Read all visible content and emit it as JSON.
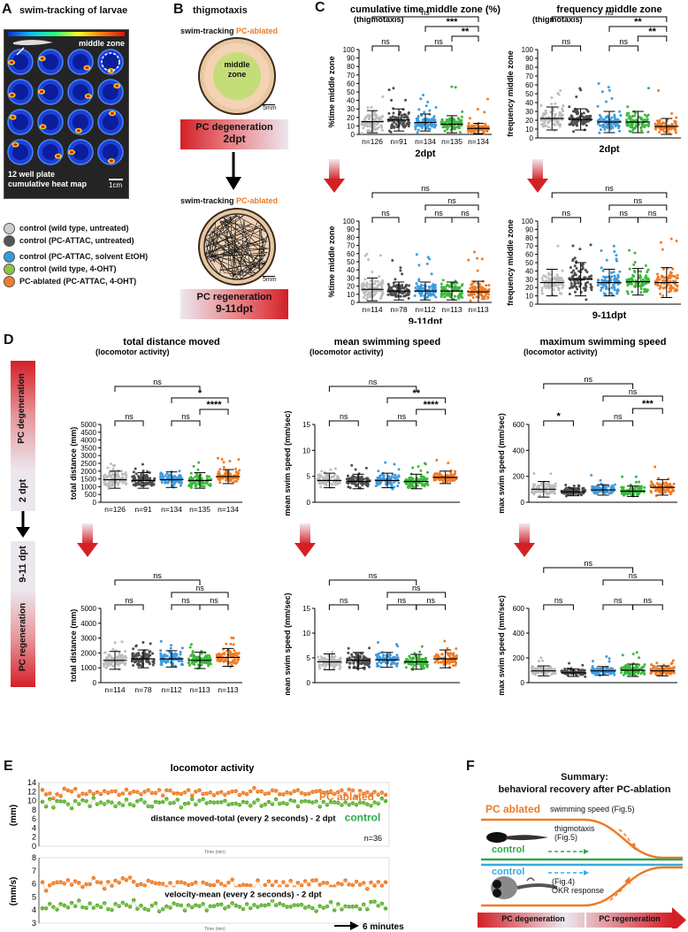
{
  "panels": {
    "A": {
      "letter": "A",
      "title": "swim-tracking of larvae",
      "zone_label": "middle zone",
      "caption1": "12 well plate",
      "caption2": "cumulative heat map",
      "scale": "1cm"
    },
    "B": {
      "letter": "B",
      "title": "thigmotaxis",
      "track1_a": "swim-tracking ",
      "track1_b": "PC-ablated",
      "middle1": "middle",
      "middle2": "zone",
      "scale": "5mm",
      "deg_line1": "PC degeneration",
      "deg_line2": "2dpt",
      "track2_a": "swim-tracking ",
      "track2_b": "PC-ablated",
      "reg_line1": "PC regeneration",
      "reg_line2": "9-11dpt"
    },
    "C": {
      "letter": "C"
    },
    "D": {
      "letter": "D",
      "side_top": "PC degeneration",
      "side_top2": "2 dpt",
      "side_bot": "9-11 dpt",
      "side_bot2": "PC regeneration"
    },
    "E": {
      "letter": "E",
      "title": "locomotor activity",
      "legend_ablated": "PC ablated",
      "legend_control": "control",
      "n": "n=36",
      "sub1": "distance moved-total (every 2 seconds) - 2 dpt",
      "sub2": "velocity-mean (every 2 seconds) - 2 dpt",
      "ylabel1": "(mm)",
      "ylabel2": "(mm/s)",
      "xaxis": "Time (min)",
      "arrow_label": "6 minutes"
    },
    "F": {
      "letter": "F",
      "title1": "Summary:",
      "title2": "behavioral recovery after PC-ablation",
      "pc_ablated": "PC ablated",
      "speed": "swimming speed (Fig.5)",
      "thigmo1": "thigmotaxis",
      "thigmo2": "(Fig.5)",
      "control1": "control",
      "control2": "control",
      "okr1": "(Fig.4)",
      "okr2": "OKR response",
      "deg": "PC degeneration",
      "reg": "PC regeneration"
    }
  },
  "legend": [
    {
      "label": "control (wild type, untreated)",
      "color": "#cfcfcf"
    },
    {
      "label": "control (PC-ATTAC, untreated)",
      "color": "#555555"
    },
    {
      "label": "control (PC-ATTAC, solvent EtOH)",
      "color": "#3a9ad9"
    },
    {
      "label": "control (wild type, 4-OHT)",
      "color": "#8bc34a"
    },
    {
      "label": "PC-ablated (PC-ATTAC, 4-OHT)",
      "color": "#f07c28"
    }
  ],
  "colors": {
    "g1": "#bdbdbd",
    "g2": "#4d4d4d",
    "g3": "#3f9be0",
    "g4": "#3db83d",
    "g5": "#f07c28",
    "red": "#d32027",
    "control_green": "#2fa84f",
    "control_blue": "#3aa9e0",
    "orange": "#ef7a22"
  },
  "charts": [
    {
      "id": "c1",
      "title": "cumulative time middle zone (%)",
      "subtitle": "(thigmotaxis)",
      "ylabel": "%time middle zone",
      "ymax": 100,
      "ticks": [
        0,
        10,
        20,
        30,
        40,
        50,
        60,
        70,
        80,
        90,
        100
      ],
      "n": [
        "n=126",
        "n=91",
        "n=134",
        "n=135",
        "n=134"
      ],
      "period": "2dpt",
      "medians": [
        15,
        17,
        14,
        12,
        7
      ],
      "sd": [
        13,
        13,
        10,
        10,
        6
      ],
      "spread": [
        35,
        40,
        45,
        50,
        40
      ],
      "sig": [
        {
          "from": 1,
          "to": 5,
          "label": "ns",
          "level": 4
        },
        {
          "from": 1,
          "to": 2,
          "label": "ns",
          "level": 1
        },
        {
          "from": 3,
          "to": 5,
          "label": "***",
          "level": 3
        },
        {
          "from": 3,
          "to": 4,
          "label": "ns",
          "level": 1
        },
        {
          "from": 4,
          "to": 5,
          "label": "**",
          "level": 2
        }
      ]
    },
    {
      "id": "c2",
      "title": "frequency middle zone",
      "subtitle": "(thigmotaxis)",
      "ylabel": "frequency middle zone",
      "ymax": 100,
      "ticks": [
        0,
        10,
        20,
        30,
        40,
        50,
        60,
        70,
        80,
        90,
        100
      ],
      "n": [],
      "period": "2dpt",
      "medians": [
        22,
        21,
        18,
        18,
        13
      ],
      "sd": [
        13,
        12,
        12,
        12,
        9
      ],
      "spread": [
        40,
        45,
        50,
        55,
        50
      ],
      "sig": [
        {
          "from": 1,
          "to": 5,
          "label": "ns",
          "level": 4
        },
        {
          "from": 1,
          "to": 2,
          "label": "ns",
          "level": 1
        },
        {
          "from": 3,
          "to": 5,
          "label": "**",
          "level": 3
        },
        {
          "from": 3,
          "to": 4,
          "label": "ns",
          "level": 1
        },
        {
          "from": 4,
          "to": 5,
          "label": "**",
          "level": 2
        }
      ]
    },
    {
      "id": "c3",
      "title": "",
      "subtitle": "",
      "ylabel": "%time middle zone",
      "ymax": 100,
      "ticks": [
        0,
        10,
        20,
        30,
        40,
        50,
        60,
        70,
        80,
        90,
        100
      ],
      "n": [
        "n=114",
        "n=78",
        "n=112",
        "n=113",
        "n=113"
      ],
      "period": "9-11dpt",
      "medians": [
        16,
        14,
        14,
        14,
        13
      ],
      "sd": [
        14,
        11,
        11,
        11,
        13
      ],
      "spread": [
        45,
        40,
        45,
        45,
        55
      ],
      "sig": [
        {
          "from": 1,
          "to": 5,
          "label": "ns",
          "level": 3
        },
        {
          "from": 1,
          "to": 2,
          "label": "ns",
          "level": 1
        },
        {
          "from": 3,
          "to": 5,
          "label": "ns",
          "level": 2
        },
        {
          "from": 3,
          "to": 4,
          "label": "ns",
          "level": 1
        },
        {
          "from": 4,
          "to": 5,
          "label": "ns",
          "level": 1
        }
      ]
    },
    {
      "id": "c4",
      "title": "",
      "subtitle": "",
      "ylabel": "frequency middle zone",
      "ymax": 100,
      "ticks": [
        0,
        10,
        20,
        30,
        40,
        50,
        60,
        70,
        80,
        90,
        100
      ],
      "n": [],
      "period": "9-11dpt",
      "medians": [
        26,
        30,
        26,
        27,
        26
      ],
      "sd": [
        16,
        20,
        16,
        16,
        18
      ],
      "spread": [
        45,
        50,
        45,
        45,
        55
      ],
      "sig": [
        {
          "from": 1,
          "to": 5,
          "label": "ns",
          "level": 3
        },
        {
          "from": 1,
          "to": 2,
          "label": "ns",
          "level": 1
        },
        {
          "from": 3,
          "to": 5,
          "label": "ns",
          "level": 2
        },
        {
          "from": 3,
          "to": 4,
          "label": "ns",
          "level": 1
        },
        {
          "from": 4,
          "to": 5,
          "label": "ns",
          "level": 1
        }
      ]
    },
    {
      "id": "d1",
      "title": "total distance moved",
      "subtitle": "(locomotor activity)",
      "ylabel": "total distance (mm)",
      "ymax": 5000,
      "ticks": [
        0,
        500,
        1000,
        1500,
        2000,
        2500,
        3000,
        3500,
        4000,
        4500,
        5000
      ],
      "n": [
        "n=126",
        "n=91",
        "n=134",
        "n=135",
        "n=134"
      ],
      "period": "",
      "medians": [
        1450,
        1400,
        1450,
        1400,
        1650
      ],
      "sd": [
        550,
        500,
        500,
        500,
        450
      ],
      "spread": [
        1200,
        1100,
        1300,
        1300,
        1300
      ],
      "sig": [
        {
          "from": 1,
          "to": 4,
          "label": "ns",
          "level": 4
        },
        {
          "from": 1,
          "to": 2,
          "label": "ns",
          "level": 1
        },
        {
          "from": 3,
          "to": 5,
          "label": "*",
          "level": 3
        },
        {
          "from": 3,
          "to": 4,
          "label": "ns",
          "level": 1
        },
        {
          "from": 4,
          "to": 5,
          "label": "****",
          "level": 2
        }
      ]
    },
    {
      "id": "d2",
      "title": "mean swimming speed",
      "subtitle": "(locomotor activity)",
      "ylabel": "mean swim speed (mm/sec)",
      "ymax": 15,
      "ticks": [
        0,
        5,
        10,
        15
      ],
      "n": [],
      "period": "",
      "medians": [
        4.2,
        4.0,
        4.2,
        4.0,
        4.8
      ],
      "sd": [
        1.4,
        1.4,
        1.4,
        1.4,
        1.2
      ],
      "spread": [
        3.5,
        3.5,
        3.5,
        3.5,
        3.5
      ],
      "sig": [
        {
          "from": 1,
          "to": 4,
          "label": "ns",
          "level": 4
        },
        {
          "from": 1,
          "to": 2,
          "label": "ns",
          "level": 1
        },
        {
          "from": 3,
          "to": 5,
          "label": "**",
          "level": 3
        },
        {
          "from": 3,
          "to": 4,
          "label": "ns",
          "level": 1
        },
        {
          "from": 4,
          "to": 5,
          "label": "****",
          "level": 2
        }
      ]
    },
    {
      "id": "d3",
      "title": "maximum swimming speed",
      "subtitle": "(locomotor activity)",
      "ylabel": "max swim speed (mm/sec)",
      "ymax": 600,
      "ticks": [
        0,
        200,
        400,
        600
      ],
      "n": [],
      "period": "",
      "medians": [
        100,
        80,
        95,
        85,
        115
      ],
      "sd": [
        60,
        30,
        40,
        40,
        60
      ],
      "spread": [
        150,
        80,
        120,
        120,
        160
      ],
      "sig": [
        {
          "from": 1,
          "to": 4,
          "label": "ns",
          "level": 4
        },
        {
          "from": 1,
          "to": 2,
          "label": "*",
          "level": 1
        },
        {
          "from": 3,
          "to": 5,
          "label": "ns",
          "level": 3
        },
        {
          "from": 3,
          "to": 4,
          "label": "ns",
          "level": 1
        },
        {
          "from": 4,
          "to": 5,
          "label": "***",
          "level": 2
        }
      ]
    },
    {
      "id": "d4",
      "title": "",
      "subtitle": "",
      "ylabel": "total distance (mm)",
      "ymax": 5000,
      "ticks": [
        0,
        1000,
        2000,
        3000,
        4000,
        5000
      ],
      "n": [
        "n=114",
        "n=78",
        "n=112",
        "n=113",
        "n=113"
      ],
      "period": "",
      "medians": [
        1500,
        1600,
        1600,
        1500,
        1700
      ],
      "sd": [
        600,
        600,
        550,
        550,
        600
      ],
      "spread": [
        1300,
        1300,
        1300,
        1300,
        1500
      ],
      "sig": [
        {
          "from": 1,
          "to": 4,
          "label": "ns",
          "level": 3
        },
        {
          "from": 1,
          "to": 2,
          "label": "ns",
          "level": 1
        },
        {
          "from": 3,
          "to": 5,
          "label": "ns",
          "level": 2
        },
        {
          "from": 3,
          "to": 4,
          "label": "ns",
          "level": 1
        },
        {
          "from": 4,
          "to": 5,
          "label": "ns",
          "level": 1
        }
      ]
    },
    {
      "id": "d5",
      "title": "",
      "subtitle": "",
      "ylabel": "mean swim speed (mm/sec)",
      "ymax": 15,
      "ticks": [
        0,
        5,
        10,
        15
      ],
      "n": [],
      "period": "",
      "medians": [
        4.2,
        4.5,
        4.6,
        4.2,
        4.8
      ],
      "sd": [
        1.6,
        1.6,
        1.5,
        1.5,
        1.8
      ],
      "spread": [
        3.8,
        3.8,
        3.8,
        3.8,
        4.2
      ],
      "sig": [
        {
          "from": 1,
          "to": 4,
          "label": "ns",
          "level": 3
        },
        {
          "from": 1,
          "to": 2,
          "label": "ns",
          "level": 1
        },
        {
          "from": 3,
          "to": 5,
          "label": "ns",
          "level": 2
        },
        {
          "from": 3,
          "to": 4,
          "label": "ns",
          "level": 1
        },
        {
          "from": 4,
          "to": 5,
          "label": "ns",
          "level": 1
        }
      ]
    },
    {
      "id": "d6",
      "title": "",
      "subtitle": "",
      "ylabel": "max swim speed (mm/sec)",
      "ymax": 600,
      "ticks": [
        0,
        200,
        400,
        600
      ],
      "n": [],
      "period": "",
      "medians": [
        95,
        80,
        95,
        100,
        95
      ],
      "sd": [
        40,
        30,
        35,
        50,
        40
      ],
      "spread": [
        130,
        80,
        120,
        200,
        150
      ],
      "sig": [
        {
          "from": 1,
          "to": 4,
          "label": "ns",
          "level": 4
        },
        {
          "from": 1,
          "to": 2,
          "label": "ns",
          "level": 1
        },
        {
          "from": 3,
          "to": 5,
          "label": "ns",
          "level": 3
        },
        {
          "from": 3,
          "to": 4,
          "label": "ns",
          "level": 1
        },
        {
          "from": 4,
          "to": 5,
          "label": "ns",
          "level": 1
        }
      ]
    }
  ],
  "timeseries": {
    "top": {
      "ymin": 0,
      "ymax": 14,
      "ticks": [
        0,
        2,
        4,
        6,
        8,
        10,
        12,
        14
      ],
      "ablated_level": 11.8,
      "control_level": 9.5,
      "ablated_spread": 1.6,
      "control_spread": 1.6
    },
    "bottom": {
      "ymin": 3,
      "ymax": 8,
      "ticks": [
        3,
        4,
        5,
        6,
        7,
        8
      ],
      "ablated_level": 6.0,
      "control_level": 4.3,
      "ablated_spread": 0.7,
      "control_spread": 0.6
    }
  }
}
